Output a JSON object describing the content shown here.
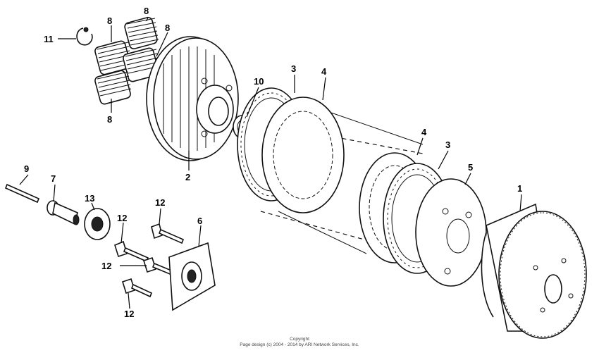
{
  "callouts": {
    "c1": "1",
    "c2": "2",
    "c3a": "3",
    "c3b": "3",
    "c4a": "4",
    "c4b": "4",
    "c5": "5",
    "c6": "6",
    "c7": "7",
    "c8a": "8",
    "c8b": "8",
    "c8c": "8",
    "c8d": "8",
    "c9": "9",
    "c10": "10",
    "c11": "11",
    "c12a": "12",
    "c12b": "12",
    "c12c": "12",
    "c12d": "12",
    "c13": "13"
  },
  "footer": {
    "line1": "Copyright",
    "line2": "Page design (c) 2004 - 2014 by ARI Network Services, Inc."
  }
}
